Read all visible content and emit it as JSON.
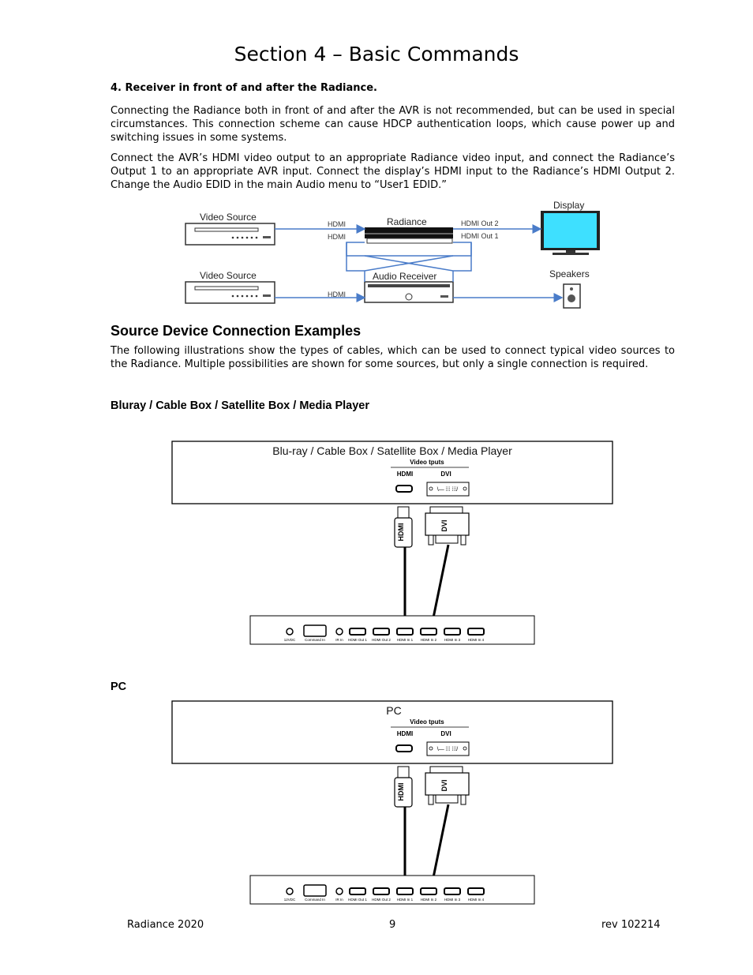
{
  "header": {
    "title": "Section 4 – Basic Commands"
  },
  "section4": {
    "heading": "4. Receiver in front of and after the Radiance.",
    "para1": "Connecting the Radiance both in front of and after the AVR is not recommended, but can be used in special circumstances. This connection scheme can cause HDCP authentication loops, which cause power up and switching issues in some systems.",
    "para2": "Connect the AVR’s HDMI video output to an appropriate Radiance video input, and connect the Radiance’s Output 1 to an appropriate AVR input. Connect the display’s HDMI input to the Radiance’s HDMI Output 2. Change the Audio EDID in the main Audio menu to “User1 EDID.”"
  },
  "diagram1": {
    "video_source_1": "Video Source",
    "video_source_2": "Video Source",
    "radiance": "Radiance",
    "audio_receiver": "Audio Receiver",
    "display": "Display",
    "speakers": "Speakers",
    "hdmi_a": "HDMI",
    "hdmi_b": "HDMI",
    "hdmi_c": "HDMI",
    "hdmi_out_2": "HDMI Out 2",
    "hdmi_out_1": "HDMI Out 1"
  },
  "examples": {
    "heading": "Source Device Connection Examples",
    "intro": "The following illustrations show the types of cables, which can be used to connect typical video sources to the Radiance. Multiple possibilities are shown for some sources, but only a single connection is required."
  },
  "bluray": {
    "heading": "Bluray / Cable Box / Satellite Box / Media Player",
    "box_title": "Blu-ray /  Cable Box / Satellite Box / Media Player",
    "video_inputs": "Video tputs",
    "hdmi_label": "HDMI",
    "dvi_label": "DVI",
    "cable_hdmi": "HDMI",
    "cable_dvi": "DVI"
  },
  "pc": {
    "heading": "PC",
    "box_title": "PC",
    "video_inputs": "Video tputs",
    "hdmi_label": "HDMI",
    "dvi_label": "DVI",
    "cable_hdmi": "HDMI",
    "cable_dvi": "DVI"
  },
  "rear_panel": {
    "power": "12VDC",
    "command": "Command In",
    "ir": "IR In",
    "out1": "HDMI Out 1",
    "out2": "HDMI Out 2",
    "in1": "HDMI In 1",
    "in2": "HDMI In 2",
    "in3": "HDMI In 3",
    "in4": "HDMI In 4"
  },
  "footer": {
    "left": "Radiance 2020",
    "center": "9",
    "right": "rev 102214"
  }
}
